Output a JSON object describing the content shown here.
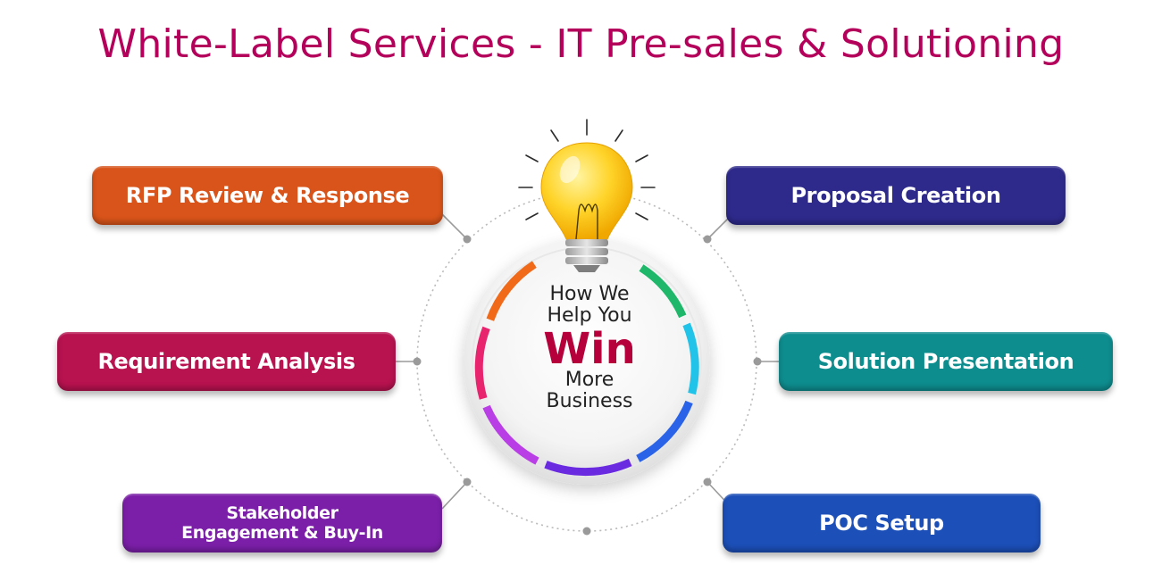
{
  "title": "White-Label Services - IT Pre-sales & Solutioning",
  "colors": {
    "title": "#b5005b",
    "rfp": "#d9541a",
    "requirement": "#b8124f",
    "stakeholder": "#7b1fa8",
    "proposal": "#2e2a8c",
    "solution": "#0e8d8f",
    "poc": "#1c4fb8",
    "win": "#b5003b"
  },
  "center": {
    "line1": "How We",
    "line2": "Help You",
    "highlight": "Win",
    "line3": "More",
    "line4": "Business"
  },
  "services": {
    "rfp": "RFP Review & Response",
    "requirement": "Requirement Analysis",
    "stakeholder_line1": "Stakeholder",
    "stakeholder_line2": "Engagement & Buy-In",
    "proposal": "Proposal Creation",
    "solution": "Solution Presentation",
    "poc": "POC Setup"
  }
}
